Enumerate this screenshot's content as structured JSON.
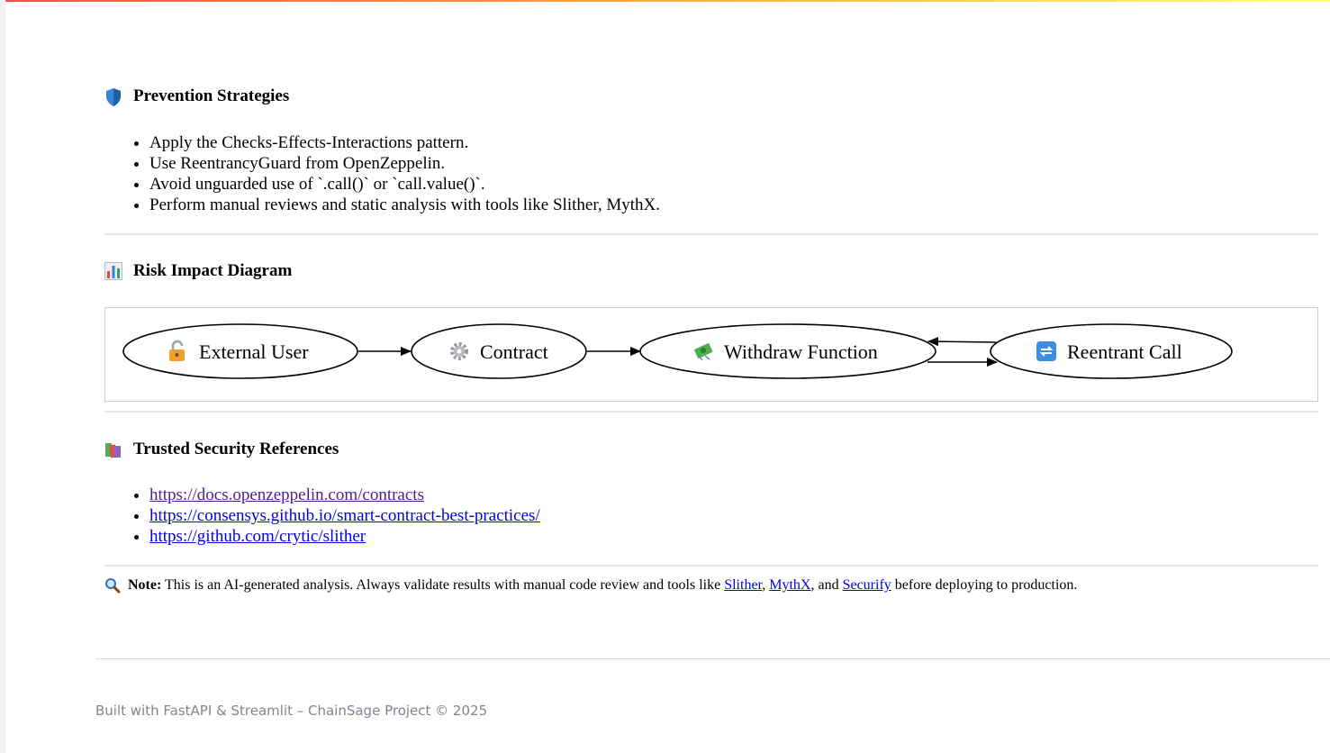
{
  "prevention": {
    "icon": "shield-icon",
    "title": "Prevention Strategies",
    "items": [
      "Apply the Checks-Effects-Interactions pattern.",
      "Use ReentrancyGuard from OpenZeppelin.",
      "Avoid unguarded use of `.call()` or `call.value()`.",
      "Perform manual reviews and static analysis with tools like Slither, MythX."
    ]
  },
  "risk_diagram": {
    "icon": "bar-chart-icon",
    "title": "Risk Impact Diagram",
    "nodes": [
      {
        "icon": "unlocked-padlock-icon",
        "label": "External User"
      },
      {
        "icon": "gear-icon",
        "label": "Contract"
      },
      {
        "icon": "money-flying-icon",
        "label": "Withdraw Function"
      },
      {
        "icon": "repeat-arrows-icon",
        "label": "Reentrant Call"
      }
    ]
  },
  "references": {
    "icon": "books-icon",
    "title": "Trusted Security References",
    "links": [
      "https://docs.openzeppelin.com/contracts",
      "https://consensys.github.io/smart-contract-best-practices/",
      "https://github.com/crytic/slither"
    ]
  },
  "note": {
    "icon": "magnifier-icon",
    "label": "Note:",
    "text_before": "This is an AI-generated analysis. Always validate results with manual code review and tools like",
    "link_slither": "Slither",
    "sep1": ",",
    "link_mythx": "MythX",
    "sep2": ", and",
    "link_securify": "Securify",
    "text_after": "before deploying to production."
  },
  "footer": {
    "text": "Built with FastAPI & Streamlit – ChainSage Project © 2025"
  },
  "colors": {
    "link": "#0000ee",
    "visited_link": "#551a8b",
    "footer_text": "#808495",
    "divider": "#e6e6e6"
  }
}
